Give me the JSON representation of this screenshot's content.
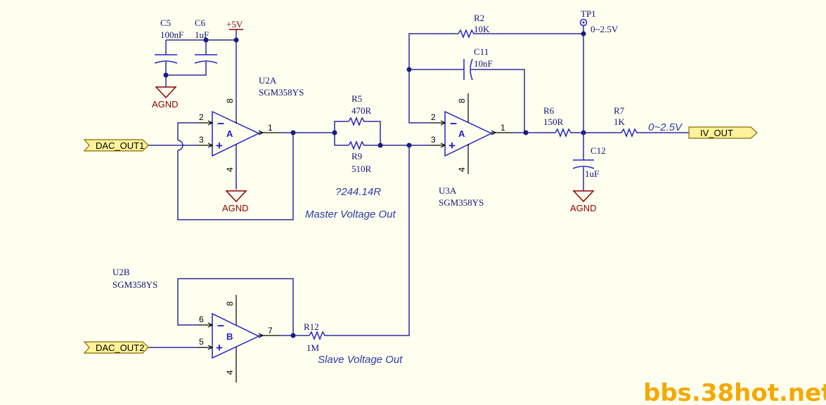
{
  "power": {
    "vcc_label": "+5V"
  },
  "grounds": {
    "agnd_label": "AGND"
  },
  "ports": {
    "dac_out1": "DAC_OUT1",
    "dac_out2": "DAC_OUT2",
    "iv_out": "IV_OUT"
  },
  "opamps": {
    "u2a": {
      "ref": "U2A",
      "part": "SGM358YS",
      "unit": "A",
      "pin_inv": "2",
      "pin_noninv": "3",
      "pin_out": "1",
      "pin_vcc": "8",
      "pin_gnd": "4"
    },
    "u2b": {
      "ref": "U2B",
      "part": "SGM358YS",
      "unit": "B",
      "pin_inv": "6",
      "pin_noninv": "5",
      "pin_out": "7",
      "pin_vcc": "8",
      "pin_gnd": "4"
    },
    "u3a": {
      "ref": "U3A",
      "part": "SGM358YS",
      "unit": "A",
      "pin_inv": "2",
      "pin_noninv": "3",
      "pin_out": "1",
      "pin_vcc": "8",
      "pin_gnd": "4"
    }
  },
  "resistors": {
    "r2": {
      "ref": "R2",
      "value": "10K"
    },
    "r5": {
      "ref": "R5",
      "value": "470R"
    },
    "r9": {
      "ref": "R9",
      "value": "510R"
    },
    "r6": {
      "ref": "R6",
      "value": "150R"
    },
    "r7": {
      "ref": "R7",
      "value": "1K"
    },
    "r12": {
      "ref": "R12",
      "value": "1M"
    }
  },
  "capacitors": {
    "c5": {
      "ref": "C5",
      "value": "100nF"
    },
    "c6": {
      "ref": "C6",
      "value": "1uF"
    },
    "c11": {
      "ref": "C11",
      "value": "10nF"
    },
    "c12": {
      "ref": "C12",
      "value": "1uF"
    }
  },
  "testpoint": {
    "ref": "TP1",
    "range": "0~2.5V"
  },
  "annotations": {
    "parallel_value": "?244.14R",
    "master": "Master Voltage Out",
    "slave": "Slave Voltage Out",
    "out_range": "0~2.5V"
  },
  "watermark": "bbs.38hot.net",
  "colors": {
    "background": "#FFFFF0",
    "wire": "#2B2B9C",
    "component": "#2020C8",
    "ground": "#8B0000",
    "port_fill": "#FFF29A",
    "watermark": "#F5A800"
  }
}
